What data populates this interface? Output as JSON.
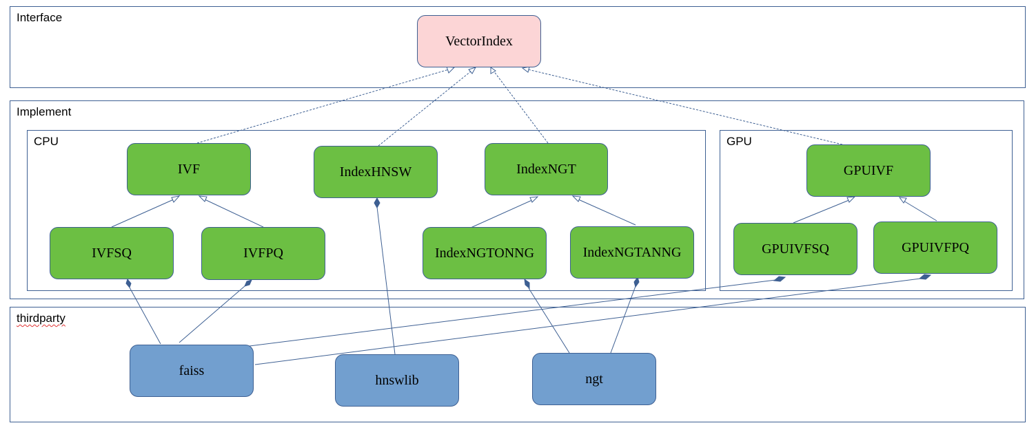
{
  "frames": {
    "interface": "Interface",
    "implement": "Implement",
    "cpu": "CPU",
    "gpu": "GPU",
    "thirdparty": "thirdparty"
  },
  "nodes": {
    "vectorindex": "VectorIndex",
    "ivf": "IVF",
    "indexhnsw": "IndexHNSW",
    "indexngt": "IndexNGT",
    "ivfsq": "IVFSQ",
    "ivfpq": "IVFPQ",
    "indexngtonng": "IndexNGTONNG",
    "indexngtanng": "IndexNGTANNG",
    "gpuivf": "GPUIVF",
    "gpuivfsq": "GPUIVFSQ",
    "gpuivfpq": "GPUIVFPQ",
    "faiss": "faiss",
    "hnswlib": "hnswlib",
    "ngt": "ngt"
  },
  "relations": {
    "realization": [
      [
        "ivf",
        "vectorindex"
      ],
      [
        "indexhnsw",
        "vectorindex"
      ],
      [
        "indexngt",
        "vectorindex"
      ],
      [
        "gpuivf",
        "vectorindex"
      ]
    ],
    "inheritance": [
      [
        "ivfsq",
        "ivf"
      ],
      [
        "ivfpq",
        "ivf"
      ],
      [
        "indexngtonng",
        "indexngt"
      ],
      [
        "indexngtanng",
        "indexngt"
      ],
      [
        "gpuivfsq",
        "gpuivf"
      ],
      [
        "gpuivfpq",
        "gpuivf"
      ]
    ],
    "composition": [
      [
        "faiss",
        "ivfsq"
      ],
      [
        "faiss",
        "ivfpq"
      ],
      [
        "faiss",
        "gpuivfsq"
      ],
      [
        "faiss",
        "gpuivfpq"
      ],
      [
        "hnswlib",
        "indexhnsw"
      ],
      [
        "ngt",
        "indexngtonng"
      ],
      [
        "ngt",
        "indexngtanng"
      ]
    ]
  },
  "colors": {
    "border": "#3d5f92",
    "interface_fill": "#fcd5d6",
    "implement_fill": "#6cbf43",
    "thirdparty_fill": "#729fcf",
    "edge": "#3d5f92"
  }
}
